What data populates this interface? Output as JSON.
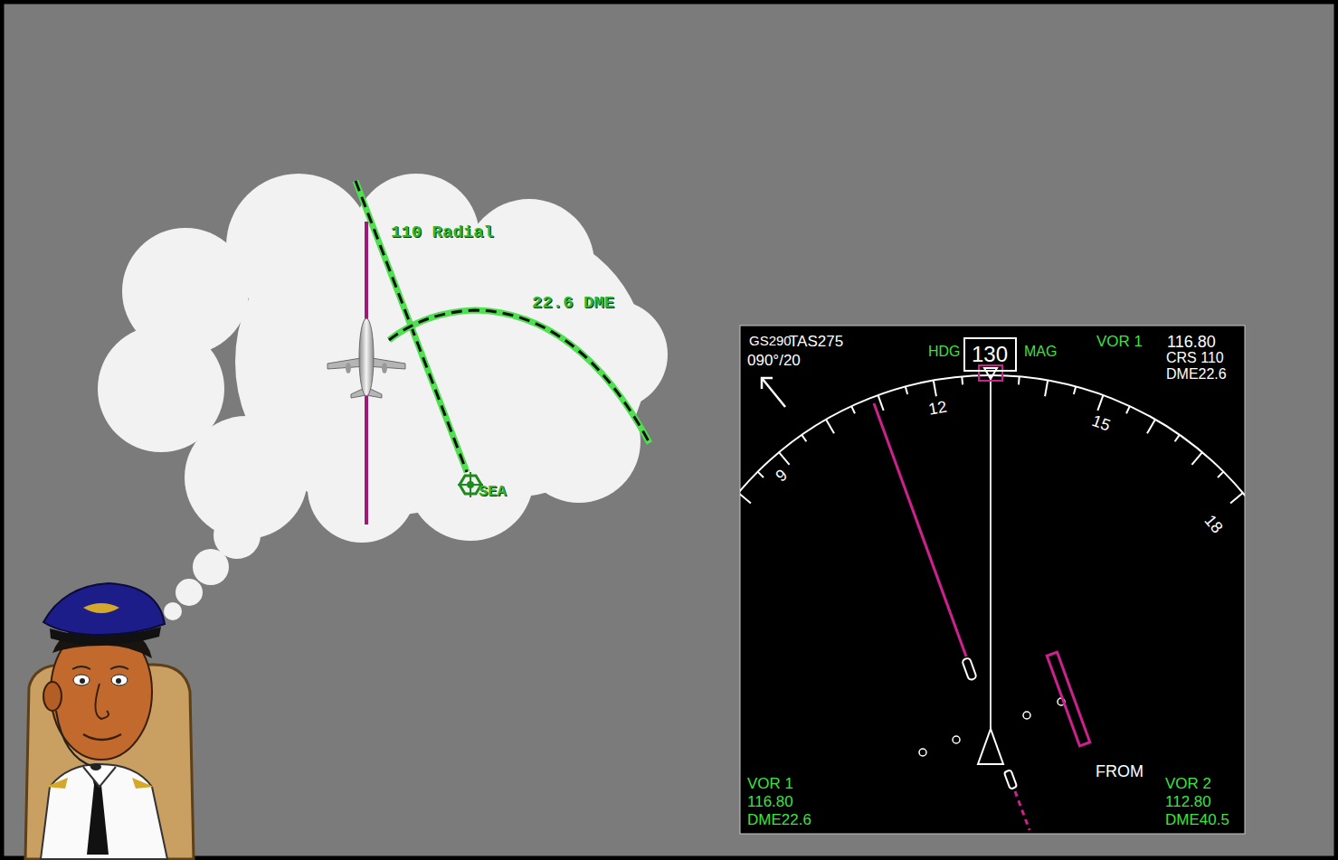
{
  "diagram": {
    "nodes": [
      {
        "text": [
          "110 Radial",
          "22.6 DME",
          "SEA"
        ]
      },
      {
        "text": [
          "GS290",
          "TAS275",
          "090°/20",
          "HDG",
          "MAG",
          "VOR 1",
          "116.80",
          "CRS 110",
          "DME22.6",
          "9",
          "12",
          "15",
          "18",
          "FROM",
          "VOR 1",
          "116.80",
          "DME22.6",
          "VOR 2",
          "112.80",
          "DME40.5"
        ]
      },
      {
        "text": [
          "130"
        ],
        "in": 1
      }
    ]
  }
}
